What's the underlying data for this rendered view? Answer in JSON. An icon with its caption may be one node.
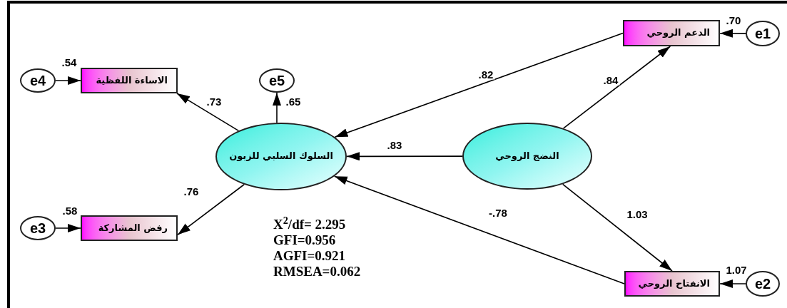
{
  "diagram": {
    "nodes": [
      {
        "text": [
          "e4"
        ]
      },
      {
        "text": [
          "الاساءة اللفظية"
        ],
        "beside": [
          ".54"
        ]
      },
      {
        "text": [
          "e5"
        ]
      },
      {
        "text": [
          "السلوك السلبي للزبون"
        ]
      },
      {
        "text": [
          "e3"
        ]
      },
      {
        "text": [
          "رفض المشاركة"
        ],
        "beside": [
          ".58"
        ]
      },
      {
        "text": [
          "الدعم الروحي"
        ],
        "beside": [
          ".70"
        ]
      },
      {
        "text": [
          "e1"
        ]
      },
      {
        "text": [
          "النضج الروحي"
        ]
      },
      {
        "text": [
          "الانفتاح الروحي"
        ],
        "beside": [
          "1.07"
        ]
      },
      {
        "text": [
          "e2"
        ]
      }
    ],
    "edges": [
      {
        "from": 0,
        "to": 1,
        "arrow": "to"
      },
      {
        "from": 3,
        "to": 1,
        "arrow": "to",
        "label": ".73"
      },
      {
        "from": 3,
        "to": 2,
        "arrow": "to",
        "label": ".65"
      },
      {
        "from": 3,
        "to": 5,
        "arrow": "to",
        "label": ".76"
      },
      {
        "from": 4,
        "to": 5,
        "arrow": "to"
      },
      {
        "from": 8,
        "to": 6,
        "arrow": "to",
        "label": ".84"
      },
      {
        "from": 7,
        "to": 6,
        "arrow": "to"
      },
      {
        "from": 6,
        "to": 3,
        "arrow": "to",
        "label": ".82"
      },
      {
        "from": 8,
        "to": 3,
        "arrow": "to",
        "label": ".83"
      },
      {
        "from": 8,
        "to": 9,
        "arrow": "to",
        "label": "1.03"
      },
      {
        "from": 9,
        "to": 3,
        "arrow": "to",
        "label": "-.78"
      },
      {
        "from": 10,
        "to": 9,
        "arrow": "to"
      }
    ],
    "labels": [
      "X$^{2}$/df= 2.295",
      "GFI=0.956",
      "AGFI=0.921",
      "RMSEA=0.062"
    ]
  }
}
